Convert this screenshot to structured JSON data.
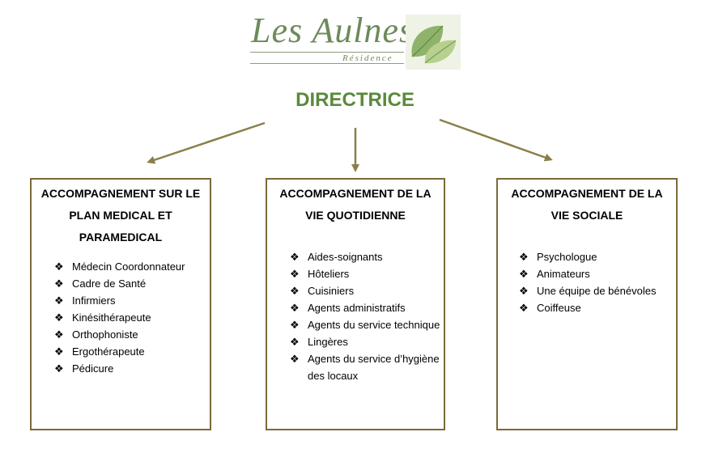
{
  "logo": {
    "name": "Les Aulnes",
    "subtitle": "Résidence"
  },
  "title": "DIRECTRICE",
  "colors": {
    "title": "#5a8a3c",
    "border": "#7a6a3a",
    "arrow": "#8a7f4a"
  },
  "boxes": [
    {
      "heading": "ACCOMPAGNEMENT SUR LE PLAN MEDICAL ET PARAMEDICAL",
      "items": [
        "Médecin Coordonnateur",
        "Cadre de Santé",
        "Infirmiers",
        "Kinésithérapeute",
        "Orthophoniste",
        "Ergothérapeute",
        "Pédicure"
      ]
    },
    {
      "heading": "ACCOMPAGNEMENT DE LA VIE QUOTIDIENNE",
      "items": [
        "Aides-soignants",
        "Hôteliers",
        "Cuisiniers",
        "Agents administratifs",
        "Agents du service technique",
        "Lingères",
        "Agents du service d’hygiène des locaux"
      ]
    },
    {
      "heading": "ACCOMPAGNEMENT DE LA VIE SOCIALE",
      "items": [
        "Psychologue",
        "Animateurs",
        "Une équipe de bénévoles",
        "Coiffeuse"
      ]
    }
  ]
}
